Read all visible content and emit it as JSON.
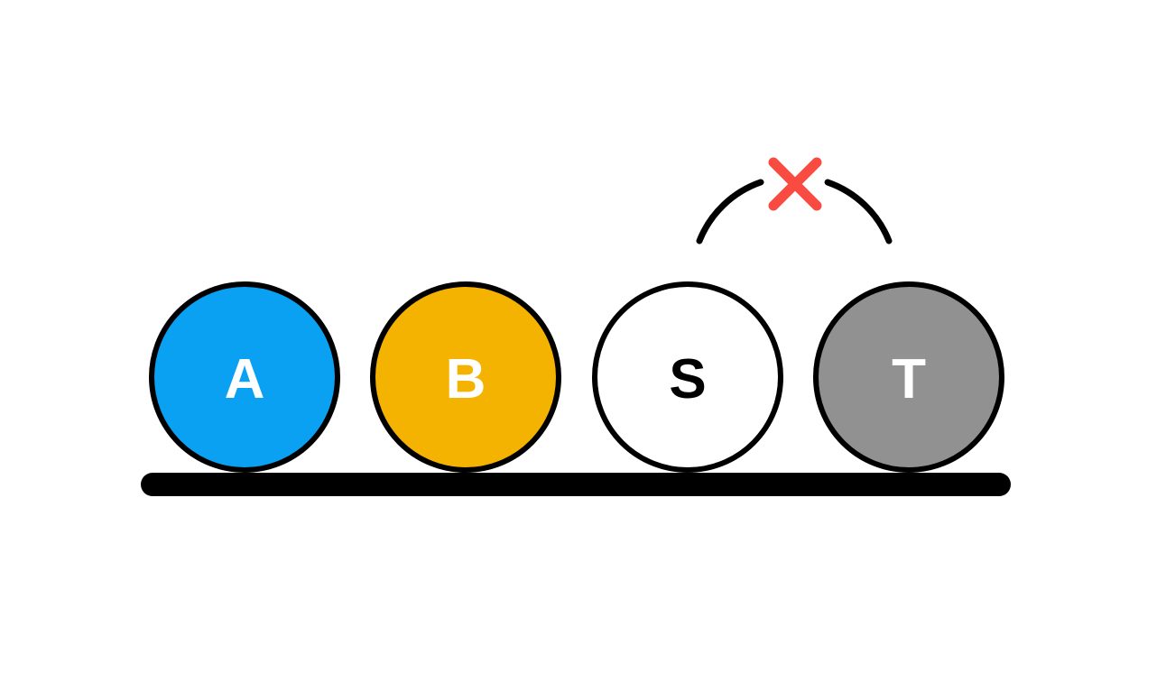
{
  "diagram": {
    "background": "#ffffff",
    "outline_color": "#000000",
    "ground": {
      "color": "#000000"
    },
    "balls": [
      {
        "label": "A",
        "fill": "#0aa1f2",
        "label_color": "#ffffff"
      },
      {
        "label": "B",
        "fill": "#f5b301",
        "label_color": "#ffffff"
      },
      {
        "label": "S",
        "fill": "#ffffff",
        "label_color": "#000000"
      },
      {
        "label": "T",
        "fill": "#919191",
        "label_color": "#ffffff"
      }
    ],
    "blocked_move": {
      "arc_color": "#000000",
      "x_mark_color": "#fa4b42"
    }
  }
}
